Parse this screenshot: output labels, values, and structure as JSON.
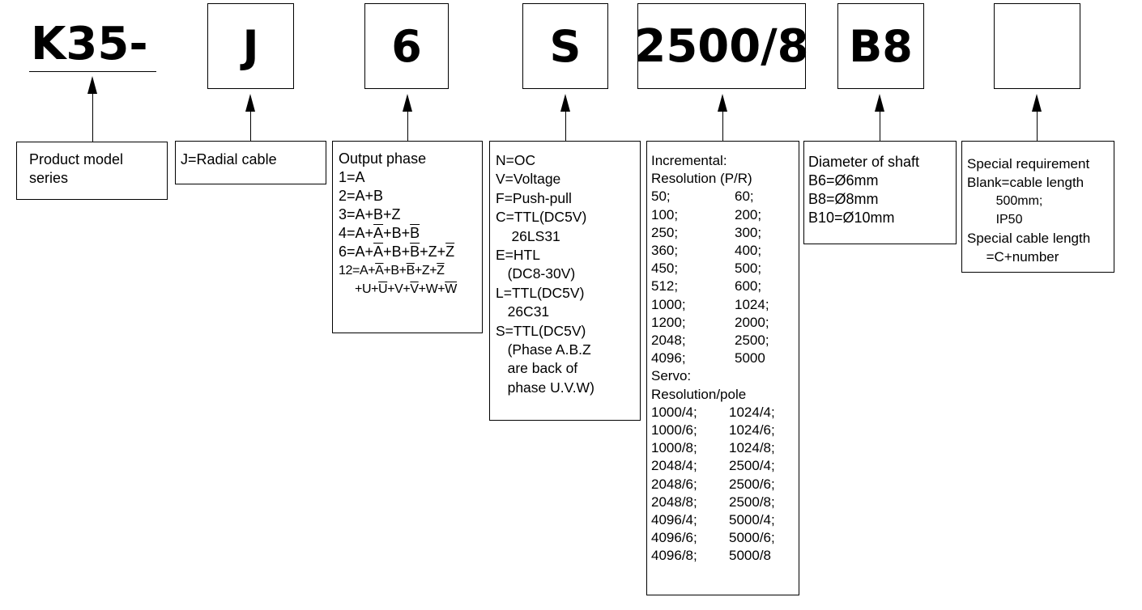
{
  "model_prefix": "K35-",
  "codes": {
    "cable": "J",
    "phase": "6",
    "output": "S",
    "resolution": "2500/8",
    "shaft": "B8",
    "special": ""
  },
  "series_box": {
    "l1": "Product model",
    "l2": "series"
  },
  "cable_box": {
    "l1": "J=Radial cable"
  },
  "phase_box": {
    "title": "Output phase",
    "l1": "1=A",
    "l2": "2=A+B",
    "l3": "3=A+B+Z",
    "l4": [
      "4=A+",
      "A",
      "+B+",
      "B",
      ""
    ],
    "l6": [
      "6=A+",
      "A",
      "+B+",
      "B",
      "+Z+",
      "Z",
      ""
    ],
    "l12a": [
      "12=A+",
      "A",
      "+B+",
      "B",
      "+Z+",
      "Z",
      ""
    ],
    "l12b": [
      "+U+",
      "U",
      "+V+",
      "V",
      "+W+",
      "W",
      ""
    ]
  },
  "output_box": {
    "lines": [
      "N=OC",
      "V=Voltage",
      "F=Push-pull",
      "C=TTL(DC5V)",
      "    26LS31",
      "E=HTL",
      "   (DC8-30V)",
      "L=TTL(DC5V)",
      "   26C31",
      "S=TTL(DC5V)",
      "   (Phase A.B.Z",
      "   are back of",
      "   phase U.V.W)"
    ]
  },
  "resolution_box": {
    "inc_title": "Incremental:",
    "inc_sub": "Resolution (P/R)",
    "inc_rows": [
      [
        "50;",
        "60;"
      ],
      [
        "100;",
        "200;"
      ],
      [
        "250;",
        "300;"
      ],
      [
        "360;",
        "400;"
      ],
      [
        "450;",
        "500;"
      ],
      [
        "512;",
        "600;"
      ],
      [
        "1000;",
        "1024;"
      ],
      [
        "1200;",
        "2000;"
      ],
      [
        "2048;",
        "2500;"
      ],
      [
        "4096;",
        "5000"
      ]
    ],
    "servo_title": "Servo:",
    "servo_sub": "Resolution/pole",
    "servo_rows": [
      [
        "1000/4;",
        "1024/4;"
      ],
      [
        "1000/6;",
        "1024/6;"
      ],
      [
        "1000/8;",
        "1024/8;"
      ],
      [
        "2048/4;",
        "2500/4;"
      ],
      [
        "2048/6;",
        "2500/6;"
      ],
      [
        "2048/8;",
        "2500/8;"
      ],
      [
        "4096/4;",
        "5000/4;"
      ],
      [
        "4096/6;",
        "5000/6;"
      ],
      [
        "4096/8;",
        "5000/8"
      ]
    ]
  },
  "shaft_box": {
    "title": "Diameter of shaft",
    "l1": "B6=Ø6mm",
    "l2": "B8=Ø8mm",
    "l3": "B10=Ø10mm"
  },
  "special_box": {
    "lines": [
      "Special requirement",
      "Blank=cable length",
      "        500mm;",
      "        IP50",
      "Special cable length",
      "     =C+number"
    ]
  }
}
